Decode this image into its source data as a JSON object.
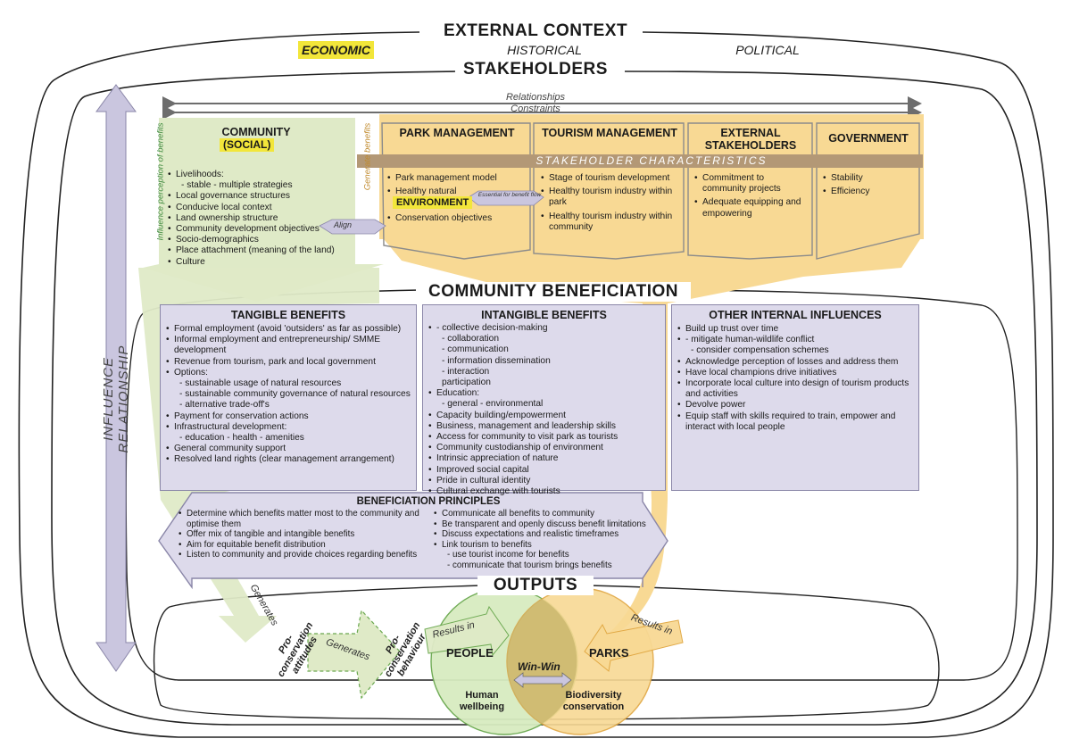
{
  "context": {
    "title": "EXTERNAL CONTEXT",
    "economic": "ECONOMIC",
    "historical": "HISTORICAL",
    "political": "POLITICAL",
    "stakeholders": "STAKEHOLDERS",
    "relationships": "Relationships",
    "constraints": "Constraints",
    "influence_relationship": "INFLUENCE  RELATIONSHIP",
    "influence_perception": "Influence perception of benefits",
    "generate_benefits": "Generate benefits"
  },
  "community": {
    "title": "COMMUNITY",
    "subtitle": "(SOCIAL)",
    "items": [
      {
        "text": "Livelihoods:",
        "sub": [
          "- stable        - multiple strategies"
        ]
      },
      {
        "text": "Local governance structures",
        "sub": []
      },
      {
        "text": "Conducive local context",
        "sub": []
      },
      {
        "text": "Land ownership structure",
        "sub": []
      },
      {
        "text": "Community development objectives",
        "sub": []
      },
      {
        "text": "Socio-demographics",
        "sub": []
      },
      {
        "text": "Place attachment (meaning of the land)",
        "sub": []
      },
      {
        "text": "Culture",
        "sub": []
      }
    ],
    "align": "Align"
  },
  "stakeholder_characteristics": "STAKEHOLDER  CHARACTERISTICS",
  "park": {
    "title": "PARK MANAGEMENT",
    "items": [
      "Park management model",
      "Healthy natural",
      "Conservation objectives"
    ],
    "environment": "ENVIRONMENT",
    "essential": "Essential for benefit flow"
  },
  "tourism": {
    "title": "TOURISM MANAGEMENT",
    "items": [
      "Stage of tourism development",
      "Healthy tourism industry within park",
      "Healthy tourism industry within community"
    ]
  },
  "external": {
    "title": "EXTERNAL STAKEHOLDERS",
    "items": [
      "Commitment to community projects",
      "Adequate equipping and empowering"
    ]
  },
  "government": {
    "title": "GOVERNMENT",
    "items": [
      "Stability",
      "Efficiency"
    ]
  },
  "beneficiation": {
    "title": "COMMUNITY BENEFICIATION"
  },
  "tangible": {
    "title": "TANGIBLE BENEFITS",
    "items": [
      {
        "text": "Formal employment (avoid 'outsiders' as far as possible)",
        "sub": []
      },
      {
        "text": "Informal employment and entrepreneurship/ SMME development",
        "sub": []
      },
      {
        "text": "Revenue from tourism, park and local government",
        "sub": []
      },
      {
        "text": "Options:",
        "sub": [
          "- sustainable usage of natural resources",
          "- sustainable community governance of natural resources",
          "- alternative trade-off's"
        ]
      },
      {
        "text": "Payment for conservation actions",
        "sub": []
      },
      {
        "text": "Infrastructural development:",
        "sub": [
          "- education       - health        - amenities"
        ]
      },
      {
        "text": "General community support",
        "sub": []
      },
      {
        "text": "Resolved land rights (clear management arrangement)",
        "sub": []
      }
    ]
  },
  "intangible": {
    "title": "INTANGIBLE BENEFITS",
    "items": [
      {
        "text": "- collective decision-making",
        "sub": [
          "- collaboration",
          "- communication",
          "- information dissemination",
          "- interaction",
          "participation"
        ]
      },
      {
        "text": "Education:",
        "sub": [
          "- general        - environmental"
        ]
      },
      {
        "text": "Capacity building/empowerment",
        "sub": []
      },
      {
        "text": "Business, management and leadership skills",
        "sub": []
      },
      {
        "text": "Access for community to visit park as tourists",
        "sub": []
      },
      {
        "text": "Community custodianship of environment",
        "sub": []
      },
      {
        "text": "Intrinsic appreciation of nature",
        "sub": []
      },
      {
        "text": "Improved social capital",
        "sub": []
      },
      {
        "text": "Pride in cultural identity",
        "sub": []
      },
      {
        "text": "Cultural exchange with tourists",
        "sub": []
      }
    ]
  },
  "other": {
    "title": "OTHER INTERNAL INFLUENCES",
    "items": [
      {
        "text": "Build up trust over time",
        "sub": []
      },
      {
        "text": "- mitigate human-wildlife conflict",
        "sub": [
          "- consider compensation schemes"
        ]
      },
      {
        "text": "Acknowledge perception of losses and address them",
        "sub": []
      },
      {
        "text": "Have local champions drive initiatives",
        "sub": []
      },
      {
        "text": "Incorporate local culture into design of tourism products and activities",
        "sub": []
      },
      {
        "text": "Devolve power",
        "sub": []
      },
      {
        "text": "Equip staff with skills required to train, empower and interact with local people",
        "sub": []
      }
    ]
  },
  "principles": {
    "title": "BENEFICIATION PRINCIPLES",
    "left": [
      {
        "text": "Determine which benefits matter most to the community and optimise them",
        "sub": []
      },
      {
        "text": "Offer mix of tangible and intangible benefits",
        "sub": []
      },
      {
        "text": "Aim for equitable benefit distribution",
        "sub": []
      },
      {
        "text": "Listen to community and provide choices regarding benefits",
        "sub": []
      }
    ],
    "right": [
      {
        "text": "Communicate all benefits to community",
        "sub": []
      },
      {
        "text": "Be transparent and openly discuss benefit limitations",
        "sub": []
      },
      {
        "text": "Discuss expectations and realistic timeframes",
        "sub": []
      },
      {
        "text": "Link tourism to benefits",
        "sub": [
          "- use tourist income for benefits",
          "- communicate that tourism brings benefits"
        ]
      }
    ]
  },
  "outputs": {
    "title": "OUTPUTS",
    "generates1": "Generates",
    "generates2": "Generates",
    "attitudes": "Pro-conservation attitudes",
    "behaviour": "Pro-conservation behaviour",
    "results_in_left": "Results in",
    "results_in_right": "Results in",
    "people": "PEOPLE",
    "parks": "PARKS",
    "winwin": "Win-Win",
    "human_wellbeing": "Human wellbeing",
    "biodiversity": "Biodiversity conservation"
  },
  "colors": {
    "community_green": "#dfeac7",
    "stakeholder_orange": "#f8d994",
    "characteristics_bar": "#b39876",
    "benefit_box": "#dddaeb",
    "highlight_yellow": "#f2e63a",
    "influence_arrow": "#cac6df"
  }
}
